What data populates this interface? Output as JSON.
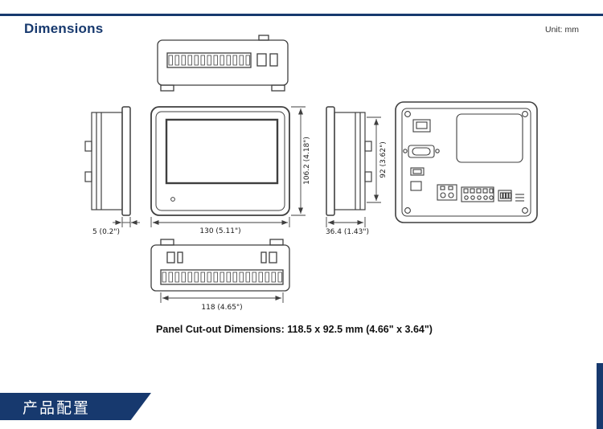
{
  "header": {
    "title": "Dimensions",
    "unit_label": "Unit: mm"
  },
  "dims": {
    "front_height": "106.2 (4.18\")",
    "front_width": "130 (5.11\")",
    "side_flange": "5 (0.2\")",
    "side_depth": "36.4 (1.43\")",
    "cutout_height": "92 (3.62\")",
    "bottom_width": "118 (4.65\")"
  },
  "notes": {
    "cutout": "Panel Cut-out Dimensions: 118.5 x 92.5 mm (4.66\" x 3.64\")"
  },
  "footer": {
    "banner_label": "产品配置"
  },
  "colors": {
    "accent_navy": "#17396e",
    "drawing_line": "#3f3f3f"
  }
}
